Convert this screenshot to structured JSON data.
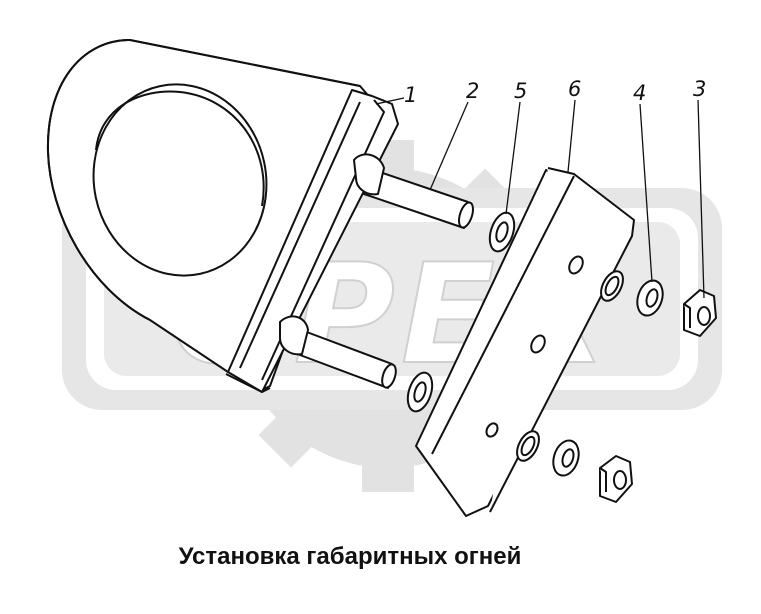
{
  "watermark": {
    "text": "OPEX",
    "color": "#d9d9d9"
  },
  "callouts": [
    "1",
    "2",
    "5",
    "6",
    "4",
    "3"
  ],
  "caption": "Установка габаритных огней"
}
